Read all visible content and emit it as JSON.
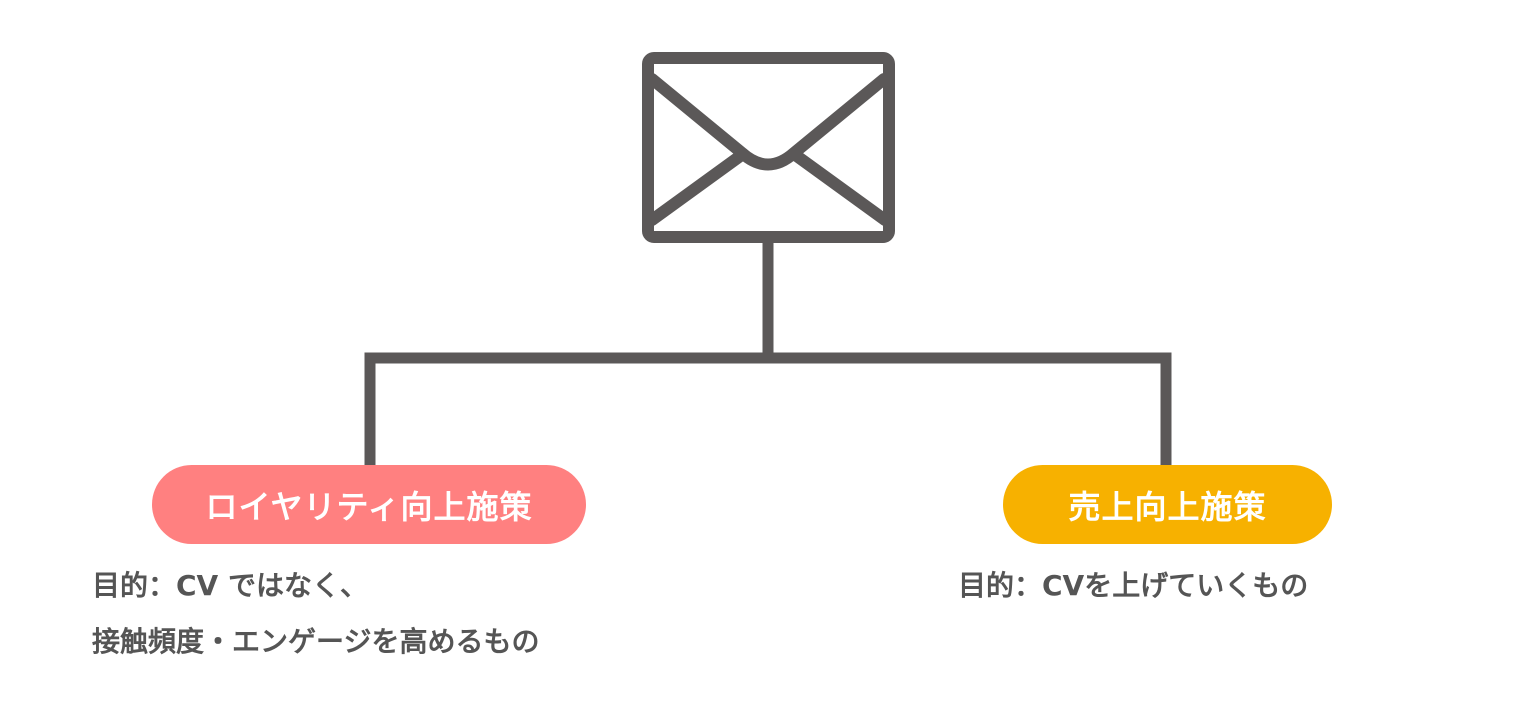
{
  "colors": {
    "line": "#5b5858",
    "loyalty": "#ff8080",
    "sales": "#f7b100",
    "text": "#555555"
  },
  "icon": "envelope-icon",
  "branches": {
    "loyalty": {
      "label": "ロイヤリティ向上施策",
      "desc_line1": "目的：CV ではなく、",
      "desc_line2": "接触頻度・エンゲージを高めるもの"
    },
    "sales": {
      "label": "売上向上施策",
      "desc_line1": "目的：CVを上げていくもの"
    }
  }
}
